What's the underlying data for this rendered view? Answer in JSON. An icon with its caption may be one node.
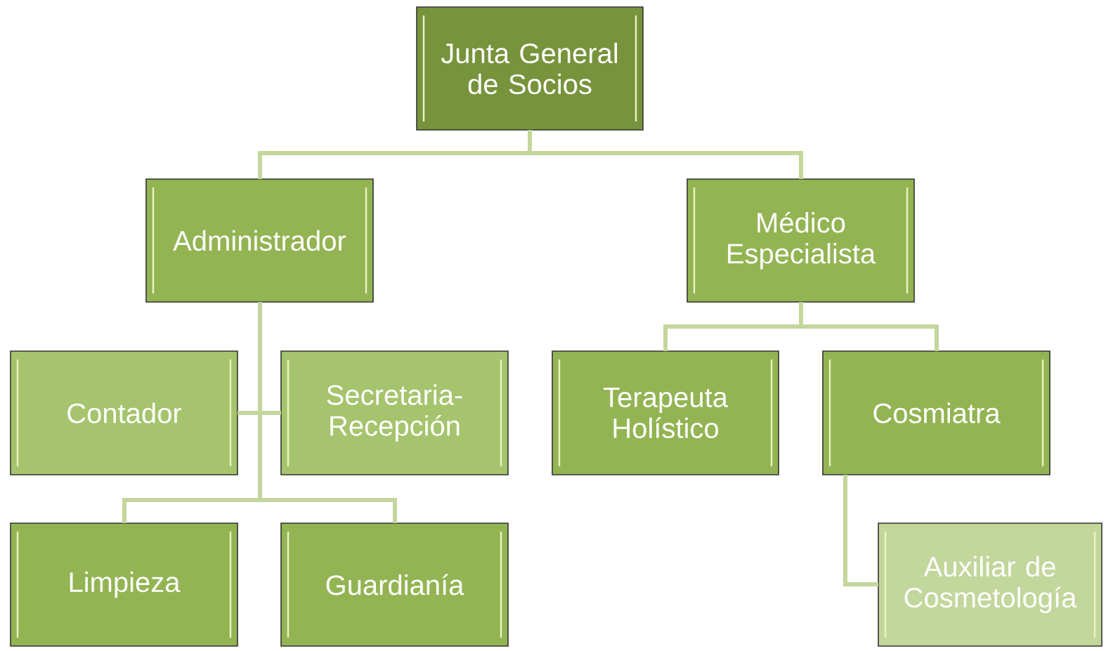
{
  "diagram": {
    "nodes": [
      {
        "text": [
          "Junta General de Socios"
        ]
      },
      {
        "text": [
          "Administrador"
        ]
      },
      {
        "text": [
          "Médico Especialista"
        ]
      },
      {
        "text": [
          "Contador"
        ]
      },
      {
        "text": [
          "Secretaria- Recepción"
        ]
      },
      {
        "text": [
          "Terapeuta Holístico"
        ]
      },
      {
        "text": [
          "Cosmiatra"
        ]
      },
      {
        "text": [
          "Limpieza"
        ]
      },
      {
        "text": [
          "Guardianía"
        ]
      },
      {
        "text": [
          "Auxiliar de Cosmetología"
        ]
      }
    ],
    "edges": [
      {
        "from": 0,
        "to": 1,
        "arrow": "none"
      },
      {
        "from": 0,
        "to": 2,
        "arrow": "none"
      },
      {
        "from": 1,
        "to": 3,
        "arrow": "none"
      },
      {
        "from": 1,
        "to": 4,
        "arrow": "none"
      },
      {
        "from": 1,
        "to": 7,
        "arrow": "none"
      },
      {
        "from": 1,
        "to": 8,
        "arrow": "none"
      },
      {
        "from": 2,
        "to": 5,
        "arrow": "none"
      },
      {
        "from": 2,
        "to": 6,
        "arrow": "none"
      },
      {
        "from": 6,
        "to": 9,
        "arrow": "none"
      }
    ]
  }
}
